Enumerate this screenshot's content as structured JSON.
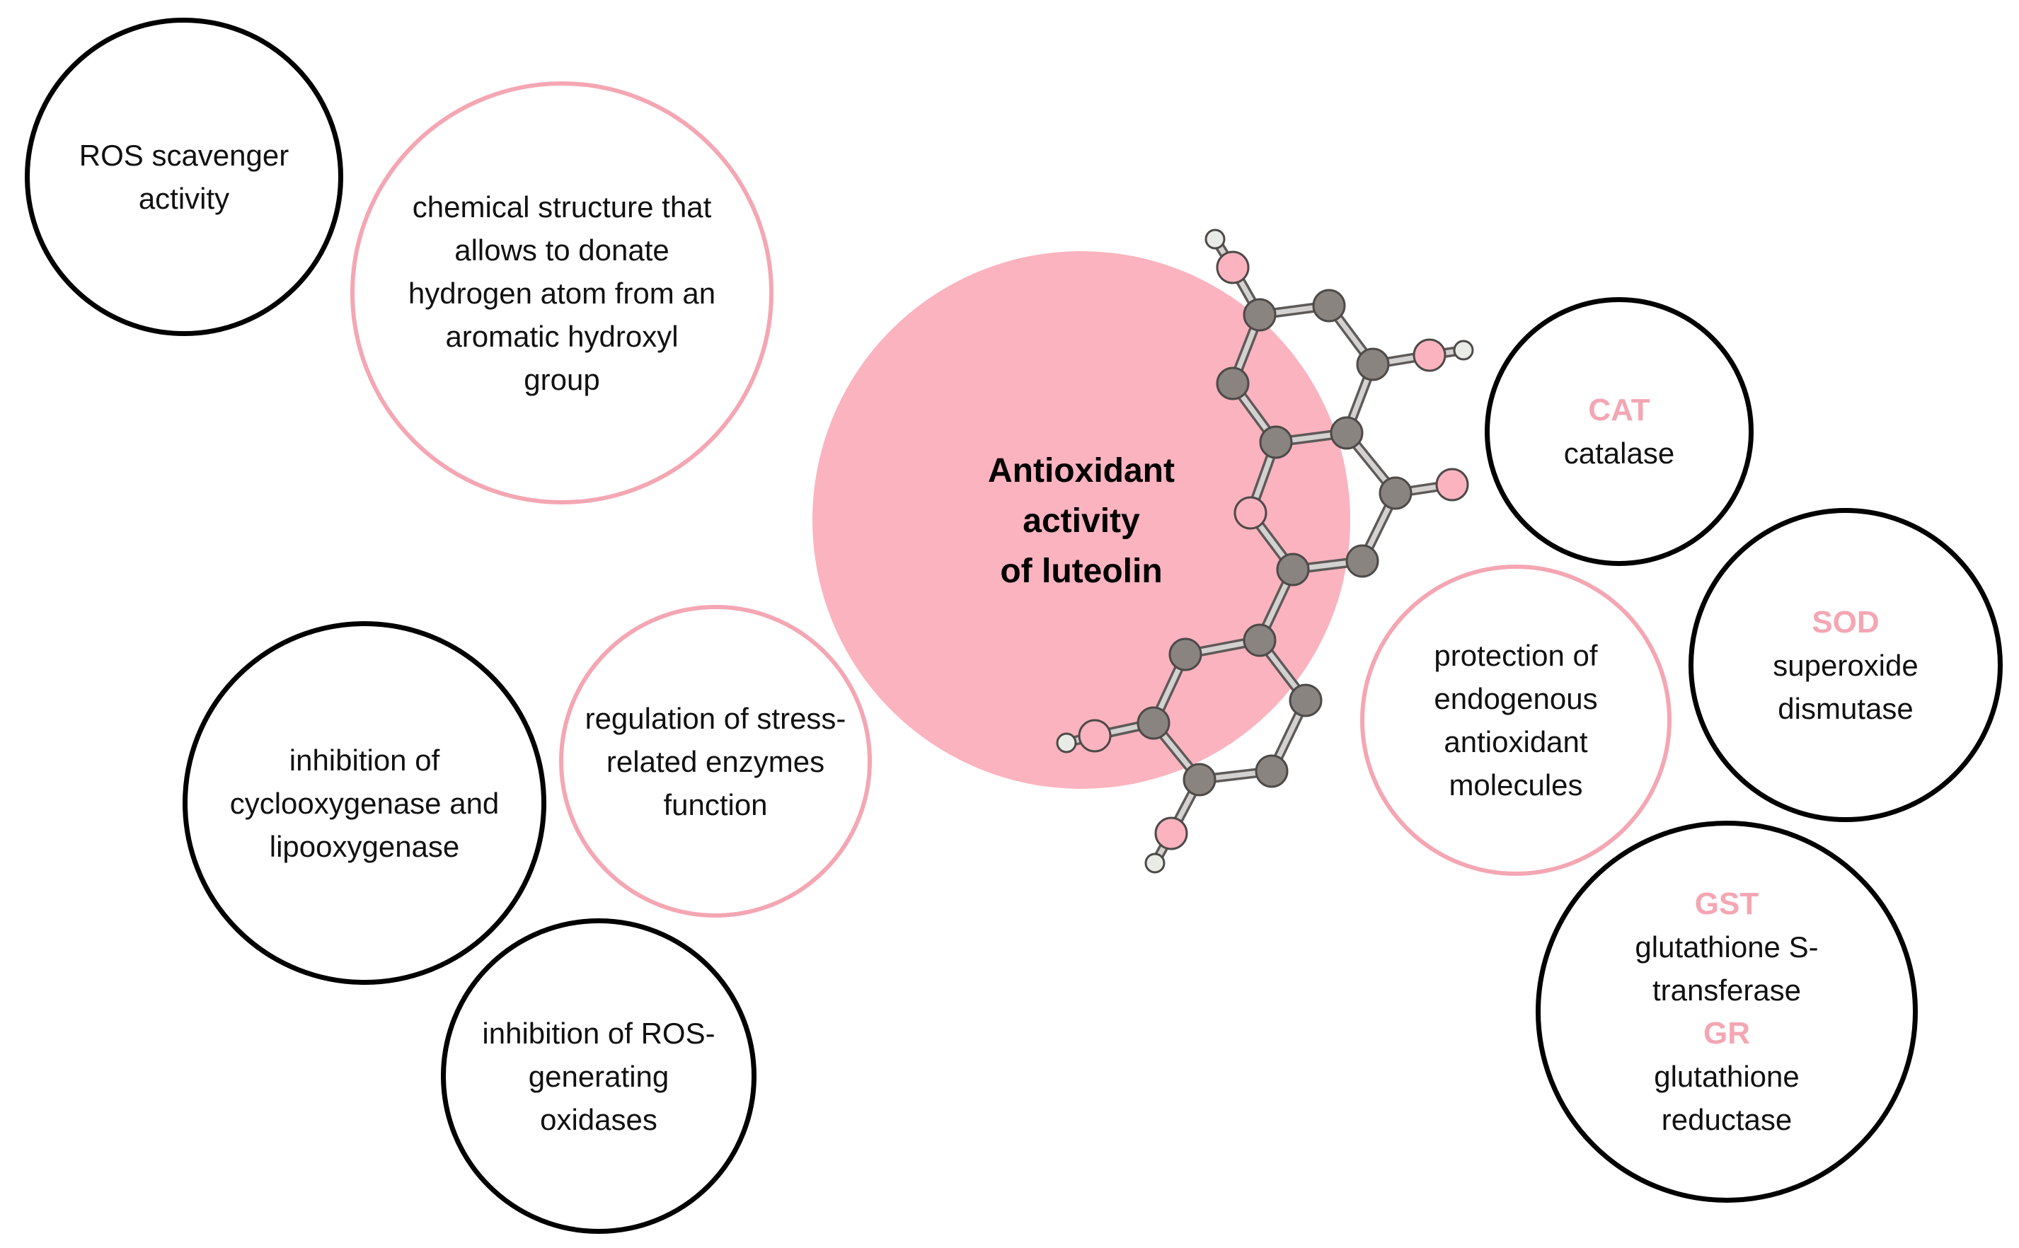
{
  "center": {
    "title": "Antioxidant\nactivity\nof luteolin",
    "fill_color": "#fbb3bf"
  },
  "colors": {
    "accent_pink": "#f4a6b3",
    "border_black": "#000000",
    "atom_carbon": "#8a8480",
    "atom_oxygen": "#fbb3bf",
    "atom_hydrogen": "#e9ece6"
  },
  "left_bubbles": {
    "ros_scavenger": "ROS scavenger\nactivity",
    "chemical_structure": "chemical structure that\nallows to donate\nhydrogen atom from an\naromatic hydroxyl\ngroup",
    "cox_lox": "inhibition of\ncyclooxygenase and\nlipooxygenase",
    "stress_enzymes": "regulation of stress-\nrelated enzymes\nfunction",
    "ros_oxidases": "inhibition of ROS-\ngenerating\noxidases"
  },
  "right_bubbles": {
    "cat": {
      "abbr": "CAT",
      "name": "catalase"
    },
    "sod": {
      "abbr": "SOD",
      "name": "superoxide\ndismutase"
    },
    "protection": "protection of\nendogenous\nantioxidant\nmolecules",
    "gst_gr": {
      "gst_abbr": "GST",
      "gst_name": "glutathione S-\ntransferase",
      "gr_abbr": "GR",
      "gr_name": "glutathione\nreductase"
    }
  }
}
